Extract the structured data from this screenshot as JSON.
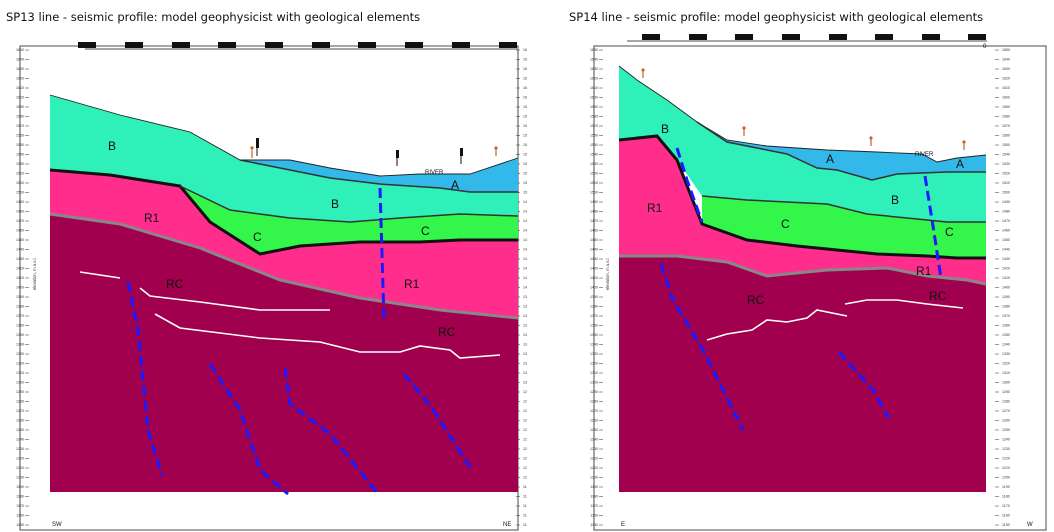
{
  "left": {
    "title": "SP13 line - seismic profile: model geophysicist with geological elements",
    "labels": {
      "B1": "B",
      "B2": "B",
      "A": "A",
      "C1": "C",
      "C2": "C",
      "R1a": "R1",
      "R1b": "R1",
      "RC1": "RC",
      "RC2": "RC",
      "river": "RIVER"
    },
    "corner_left": "SW",
    "corner_right": "NE",
    "axis_title": "elevation, m a.s.l."
  },
  "right": {
    "title": "SP14 line - seismic profile: model geophysicist with geological elements",
    "labels": {
      "B1": "B",
      "B2": "B",
      "A1": "A",
      "A2": "A",
      "C1": "C",
      "C2": "C",
      "R1a": "R1",
      "R1b": "R1",
      "RC1": "RC",
      "RC2": "RC",
      "river": "RIVER"
    },
    "corner_left": "E",
    "corner_right": "W",
    "zero_mark": "0",
    "axis_title": "elevation, m a.s.l."
  },
  "elevation_ticks": [
    "1650",
    "1640",
    "1630",
    "1620",
    "1610",
    "1600",
    "1590",
    "1580",
    "1570",
    "1560",
    "1550",
    "1540",
    "1530",
    "1520",
    "1510",
    "1500",
    "1490",
    "1480",
    "1470",
    "1460",
    "1450",
    "1440",
    "1430",
    "1420",
    "1410",
    "1400",
    "1390",
    "1380",
    "1370",
    "1360",
    "1350",
    "1340",
    "1330",
    "1320",
    "1310",
    "1300",
    "1290",
    "1280",
    "1270",
    "1260",
    "1250",
    "1240",
    "1230",
    "1220",
    "1210",
    "1200",
    "1190",
    "1180",
    "1170",
    "1160",
    "1150"
  ],
  "colors": {
    "B": "#2ef0b8",
    "A": "#33b8ea",
    "C": "#33f54a",
    "R1": "#ff2e8c",
    "RC": "#a0004e",
    "fault": "#1a1aff"
  }
}
